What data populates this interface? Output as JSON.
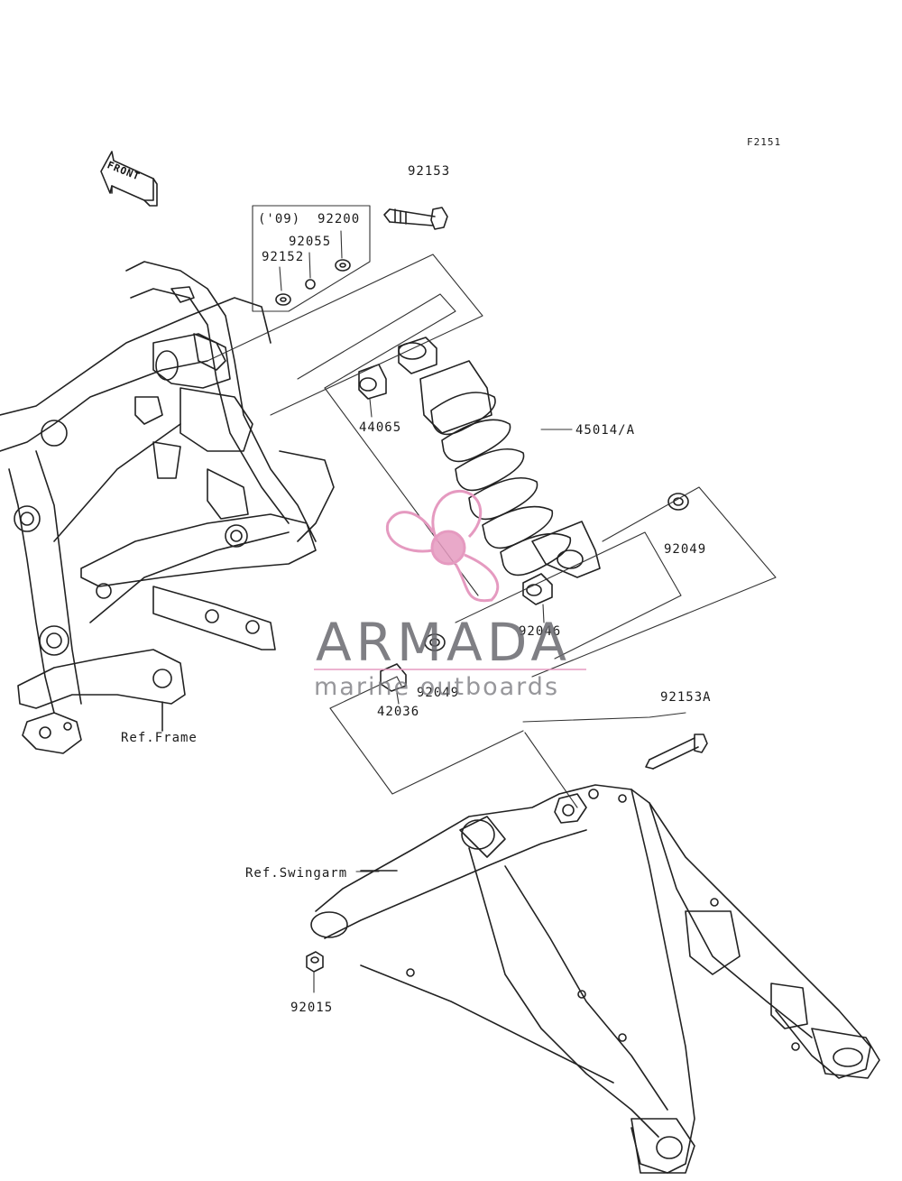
{
  "figure_code": "F2151",
  "front_label": "FRONT",
  "year_note": "('09)",
  "parts": {
    "p92153": "92153",
    "p92200": "92200",
    "p92055": "92055",
    "p92152": "92152",
    "p44065": "44065",
    "p45014": "45014/A",
    "p92049a": "92049",
    "p92046": "92046",
    "p92049b": "92049",
    "p42036": "42036",
    "p92153a": "92153A",
    "p92015": "92015"
  },
  "refs": {
    "frame": "Ref.Frame",
    "swingarm": "Ref.Swingarm"
  },
  "watermark": {
    "brand": "ARMADA",
    "tagline": "marine outboards",
    "logo": "propeller-logo",
    "color": "#e59ac0"
  }
}
